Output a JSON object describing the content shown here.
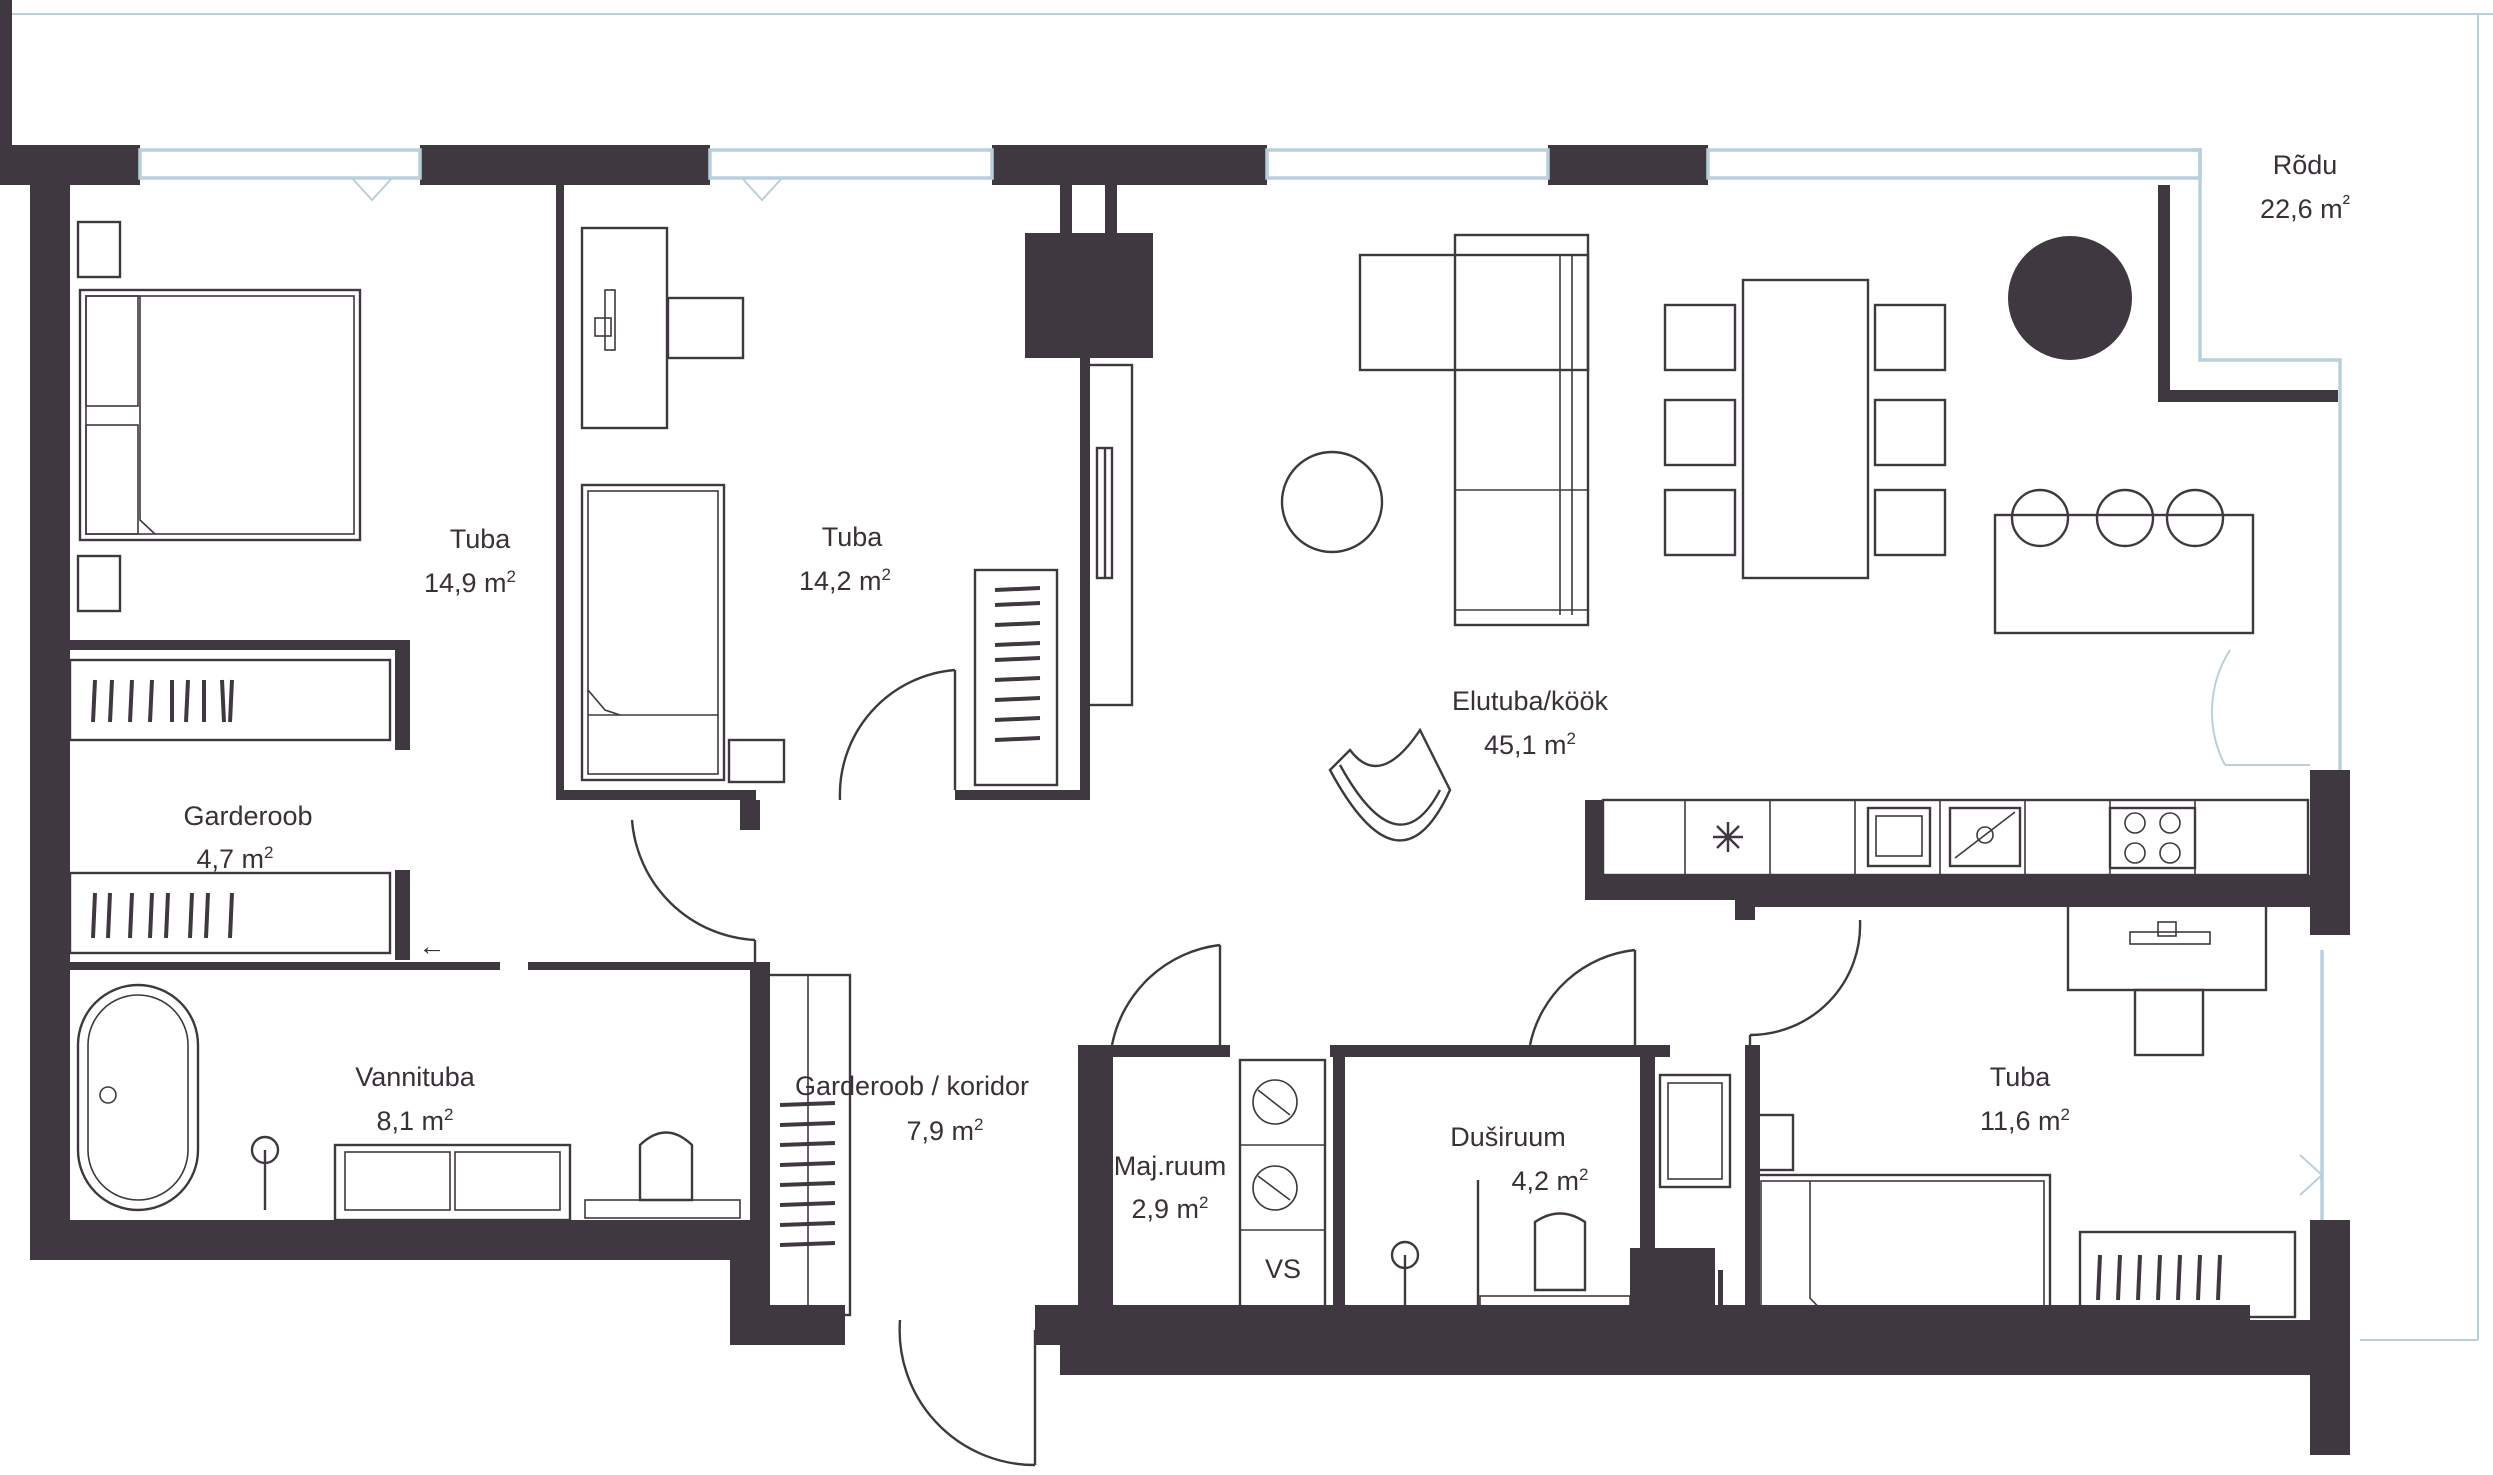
{
  "plan": {
    "rooms": [
      {
        "id": "bedroom-1",
        "name": "Tuba",
        "area": "14,9"
      },
      {
        "id": "bedroom-2",
        "name": "Tuba",
        "area": "14,2"
      },
      {
        "id": "living",
        "name": "Elutuba/köök",
        "area": "45,1"
      },
      {
        "id": "balcony",
        "name": "Rõdu",
        "area": "22,6"
      },
      {
        "id": "wardrobe",
        "name": "Garderoob",
        "area": "4,7"
      },
      {
        "id": "bathroom",
        "name": "Vannituba",
        "area": "8,1"
      },
      {
        "id": "corridor",
        "name": "Garderoob / koridor",
        "area": "7,9"
      },
      {
        "id": "utility",
        "name": "Maj.ruum",
        "area": "2,9"
      },
      {
        "id": "shower",
        "name": "Duširuum",
        "area": "4,2"
      },
      {
        "id": "bedroom-3",
        "name": "Tuba",
        "area": "11,6"
      }
    ],
    "unit": "m",
    "unit_sup": "2",
    "balcony_unit_sup": "²",
    "wc_label": "VS",
    "arrow_glyph": "←",
    "colors": {
      "wall": "#403840",
      "glass": "#b8d0dc",
      "background": "#ffffff"
    }
  }
}
